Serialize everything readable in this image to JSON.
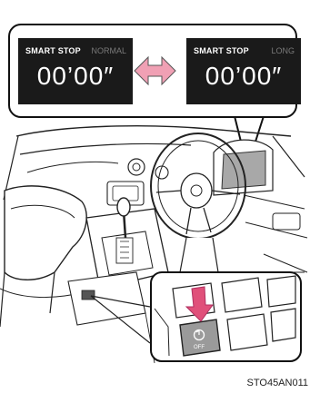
{
  "display_normal": {
    "label": "SMART STOP",
    "mode": "NORMAL",
    "time": "00’00″"
  },
  "display_long": {
    "label": "SMART STOP",
    "mode": "LONG",
    "time": "00’00″"
  },
  "switch_icon": "smart-stop-off-icon",
  "switch_text": "OFF",
  "figure_code": "STO45AN011",
  "colors": {
    "panel": "#1a1a1a",
    "arrow": "#f0a0b4",
    "pointer": "#e0507a",
    "button": "#9a9a9a",
    "meter": "#a8a8a8"
  }
}
